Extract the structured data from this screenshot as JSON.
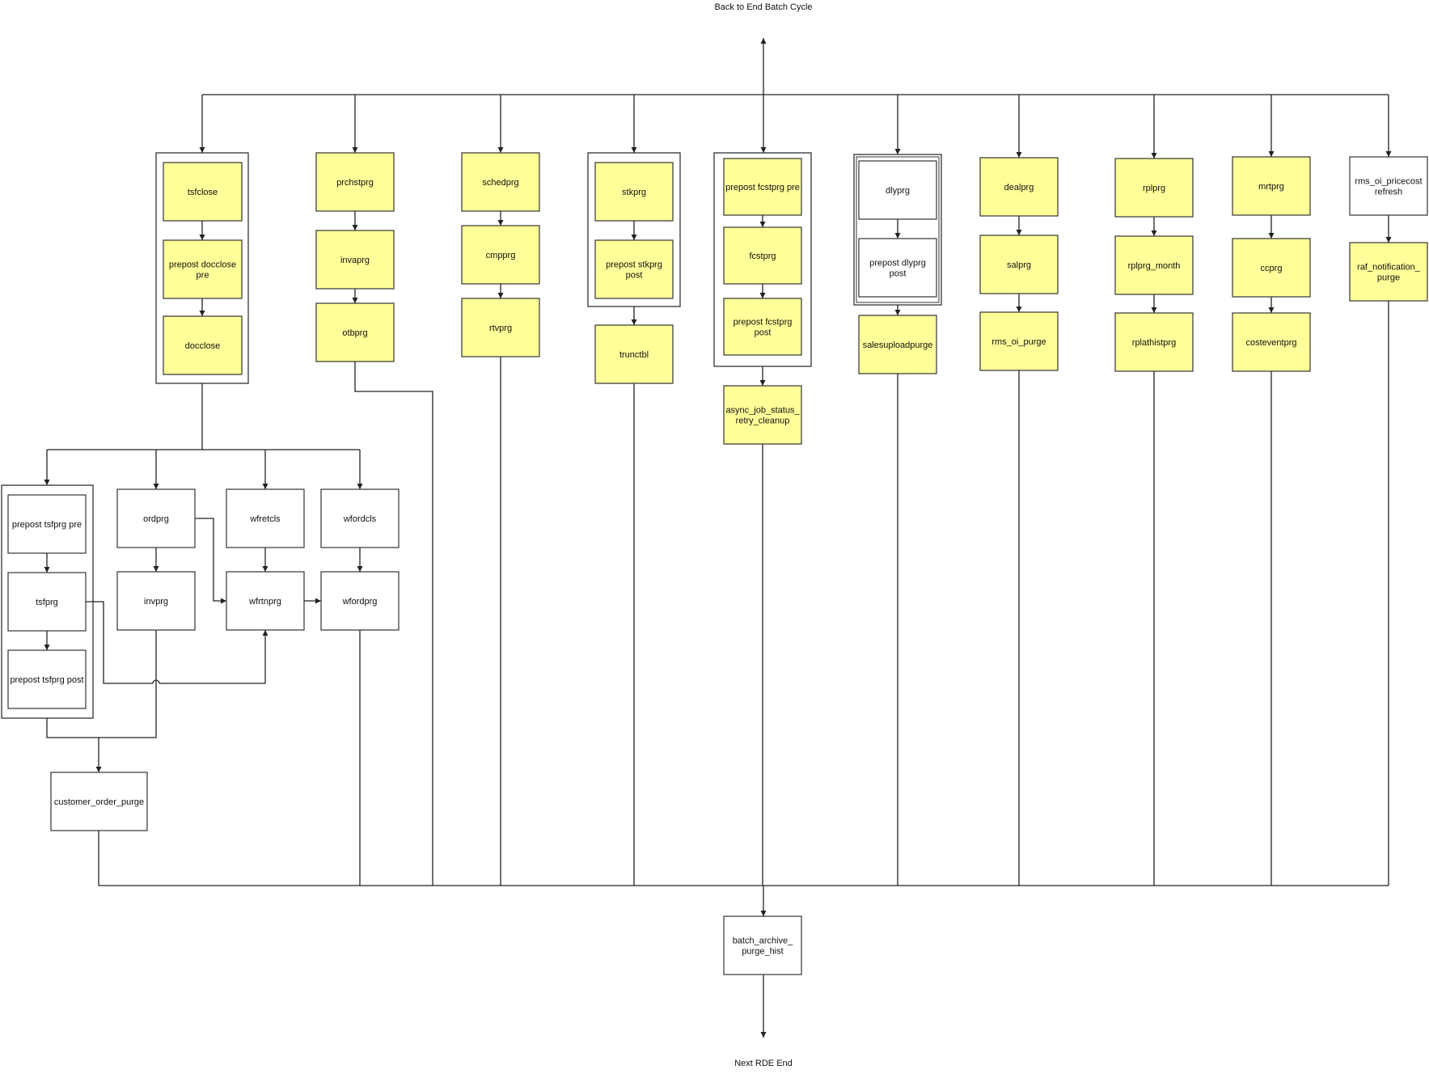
{
  "diagram": {
    "top_caption": "Back to End Batch Cycle",
    "bottom_caption": "Next RDE End",
    "colors": {
      "yellow": "#ffff99",
      "white": "#ffffff",
      "line": "#222222"
    },
    "nodes": {
      "tsfclose": {
        "label": "tsfclose",
        "fill": "yellow"
      },
      "prepost_docclose_pre": {
        "label": "prepost docclose\npre",
        "fill": "yellow"
      },
      "docclose": {
        "label": "docclose",
        "fill": "yellow"
      },
      "prchstprg": {
        "label": "prchstprg",
        "fill": "yellow"
      },
      "invaprg": {
        "label": "invaprg",
        "fill": "yellow"
      },
      "otbprg": {
        "label": "otbprg",
        "fill": "yellow"
      },
      "schedprg": {
        "label": "schedprg",
        "fill": "yellow"
      },
      "cmpprg": {
        "label": "cmpprg",
        "fill": "yellow"
      },
      "rtvprg": {
        "label": "rtvprg",
        "fill": "yellow"
      },
      "stkprg": {
        "label": "stkprg",
        "fill": "yellow"
      },
      "prepost_stkprg_post": {
        "label": "prepost stkprg\npost",
        "fill": "yellow"
      },
      "trunctbl": {
        "label": "trunctbl",
        "fill": "yellow"
      },
      "prepost_fcstprg_pre": {
        "label": "prepost fcstprg pre",
        "fill": "yellow"
      },
      "fcstprg": {
        "label": "fcstprg",
        "fill": "yellow"
      },
      "prepost_fcstprg_post": {
        "label": "prepost fcstprg\npost",
        "fill": "yellow"
      },
      "async_job_status_retry_cleanup": {
        "label": "async_job_status_\nretry_cleanup",
        "fill": "yellow"
      },
      "dlyprg": {
        "label": "dlyprg",
        "fill": "white"
      },
      "prepost_dlyprg_post": {
        "label": "prepost dlyprg\npost",
        "fill": "white"
      },
      "salesuploadpurge": {
        "label": "salesuploadpurge",
        "fill": "yellow"
      },
      "dealprg": {
        "label": "dealprg",
        "fill": "yellow"
      },
      "salprg": {
        "label": "salprg",
        "fill": "yellow"
      },
      "rms_oi_purge": {
        "label": "rms_oi_purge",
        "fill": "yellow"
      },
      "rplprg": {
        "label": "rplprg",
        "fill": "yellow"
      },
      "rplprg_month": {
        "label": "rplprg_month",
        "fill": "yellow"
      },
      "rplathistprg": {
        "label": "rplathistprg",
        "fill": "yellow"
      },
      "mrtprg": {
        "label": "mrtprg",
        "fill": "yellow"
      },
      "ccprg": {
        "label": "ccprg",
        "fill": "yellow"
      },
      "costeventprg": {
        "label": "costeventprg",
        "fill": "yellow"
      },
      "rms_oi_pricecost_refresh": {
        "label": "rms_oi_pricecost\nrefresh",
        "fill": "white"
      },
      "raf_notification_purge": {
        "label": "raf_notification_\npurge",
        "fill": "yellow"
      },
      "prepost_tsfprg_pre": {
        "label": "prepost tsfprg pre",
        "fill": "white"
      },
      "tsfprg": {
        "label": "tsfprg",
        "fill": "white"
      },
      "prepost_tsfprg_post": {
        "label": "prepost tsfprg post",
        "fill": "white"
      },
      "ordprg": {
        "label": "ordprg",
        "fill": "white"
      },
      "invprg": {
        "label": "invprg",
        "fill": "white"
      },
      "wfretcls": {
        "label": "wfretcls",
        "fill": "white"
      },
      "wfrtnprg": {
        "label": "wfrtnprg",
        "fill": "white"
      },
      "wfordcls": {
        "label": "wfordcls",
        "fill": "white"
      },
      "wfordprg": {
        "label": "wfordprg",
        "fill": "white"
      },
      "customer_order_purge": {
        "label": "customer_order_purge",
        "fill": "white"
      },
      "batch_archive_purge_hist": {
        "label": "batch_archive_\npurge_hist",
        "fill": "white"
      }
    }
  }
}
